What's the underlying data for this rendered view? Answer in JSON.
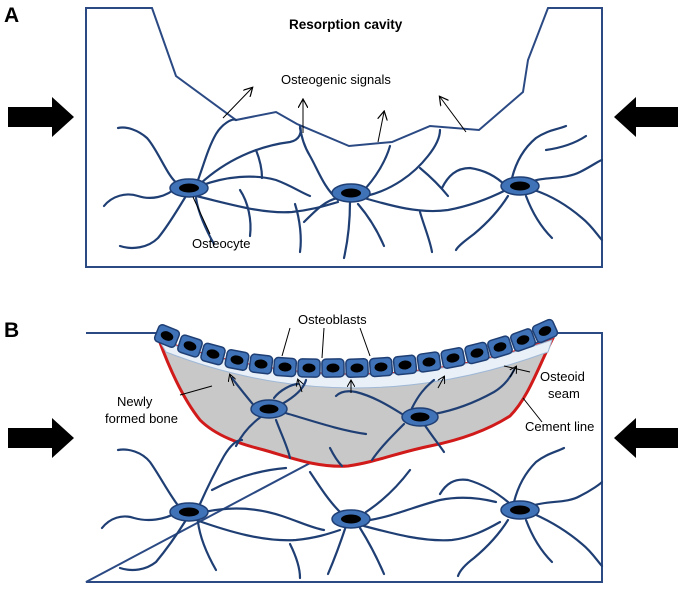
{
  "panel_a": {
    "letter": "A",
    "title": "Resorption cavity",
    "signals_label": "Osteogenic signals",
    "osteocyte_label": "Osteocyte"
  },
  "panel_b": {
    "letter": "B",
    "osteoblasts_label": "Osteoblasts",
    "newly_formed_line1": "Newly",
    "newly_formed_line2": "formed bone",
    "osteoid_line1": "Osteoid",
    "osteoid_line2": "seam",
    "cement_line_label": "Cement line"
  },
  "colors": {
    "frame": "#2b4a84",
    "process": "#1f3f74",
    "cell_fill": "#3f72b7",
    "nucleus": "#000000",
    "new_bone": "#c8c8c8",
    "cement_line": "#d11a1a",
    "osteoid": "#e9f0f8",
    "arrow": "#000000"
  },
  "icons": {
    "compression_arrow": "thick-arrow"
  }
}
